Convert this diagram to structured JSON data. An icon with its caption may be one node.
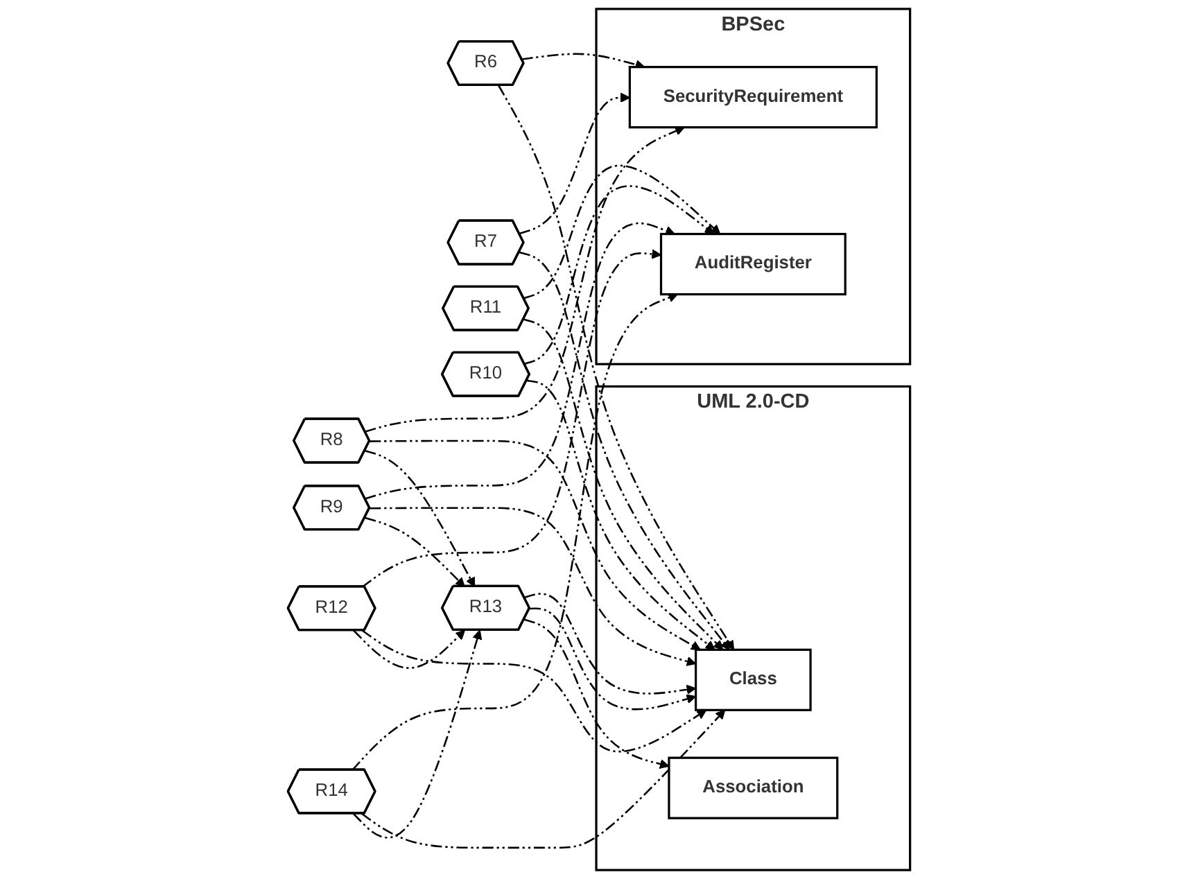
{
  "diagram": {
    "nodes": [
      {
        "text": [
          "BPSec"
        ]
      },
      {
        "text": [
          "SecurityRequirement"
        ],
        "in": 0
      },
      {
        "text": [
          "AuditRegister"
        ],
        "in": 0
      },
      {
        "text": [
          "UML 2.0-CD"
        ]
      },
      {
        "text": [
          "Class"
        ],
        "in": 3
      },
      {
        "text": [
          "Association"
        ],
        "in": 3
      },
      {
        "text": [
          "R6"
        ]
      },
      {
        "text": [
          "R7"
        ]
      },
      {
        "text": [
          "R8"
        ]
      },
      {
        "text": [
          "R11"
        ]
      },
      {
        "text": [
          "R10"
        ]
      },
      {
        "text": [
          "R9"
        ]
      },
      {
        "text": [
          "R12"
        ]
      },
      {
        "text": [
          "R14"
        ]
      },
      {
        "text": [
          "R13"
        ]
      }
    ],
    "edges": [
      {
        "from": 6,
        "to": 1,
        "arrow": "to"
      },
      {
        "from": 6,
        "to": 4,
        "arrow": "to"
      },
      {
        "from": 7,
        "to": 1,
        "arrow": "to"
      },
      {
        "from": 7,
        "to": 4,
        "arrow": "to"
      },
      {
        "from": 8,
        "to": 1,
        "arrow": "to"
      },
      {
        "from": 8,
        "to": 4,
        "arrow": "to"
      },
      {
        "from": 8,
        "to": 14,
        "arrow": "to"
      },
      {
        "from": 9,
        "to": 2,
        "arrow": "to"
      },
      {
        "from": 9,
        "to": 4,
        "arrow": "to"
      },
      {
        "from": 10,
        "to": 2,
        "arrow": "to"
      },
      {
        "from": 10,
        "to": 4,
        "arrow": "to"
      },
      {
        "from": 11,
        "to": 2,
        "arrow": "to"
      },
      {
        "from": 11,
        "to": 4,
        "arrow": "to"
      },
      {
        "from": 11,
        "to": 14,
        "arrow": "to"
      },
      {
        "from": 12,
        "to": 2,
        "arrow": "to"
      },
      {
        "from": 12,
        "to": 4,
        "arrow": "to"
      },
      {
        "from": 12,
        "to": 14,
        "arrow": "to"
      },
      {
        "from": 13,
        "to": 2,
        "arrow": "to"
      },
      {
        "from": 13,
        "to": 4,
        "arrow": "to"
      },
      {
        "from": 13,
        "to": 14,
        "arrow": "to"
      },
      {
        "from": 14,
        "to": 4,
        "arrow": "to"
      },
      {
        "from": 14,
        "to": 4,
        "arrow": "to"
      },
      {
        "from": 14,
        "to": 5,
        "arrow": "to"
      }
    ]
  }
}
